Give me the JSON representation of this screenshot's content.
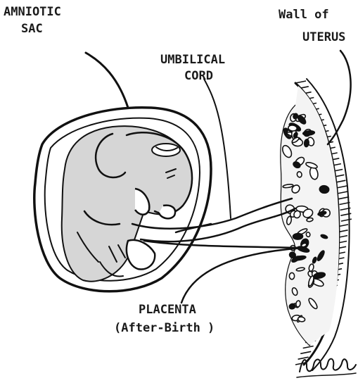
{
  "labels": {
    "amniotic_sac_line1": "AMNIOTIC",
    "amniotic_sac_line2": "SAC",
    "wall_of_line1": "Wall of",
    "wall_of_line2": "UTERUS",
    "umbilical_line1": "UMBILICAL",
    "umbilical_line2": "CORD",
    "placenta_line1": "PLACENTA",
    "placenta_line2": "(After-Birth )"
  },
  "signature": "Ro Sade",
  "colors": {
    "ink": "#111111",
    "paper": "#ffffff"
  }
}
